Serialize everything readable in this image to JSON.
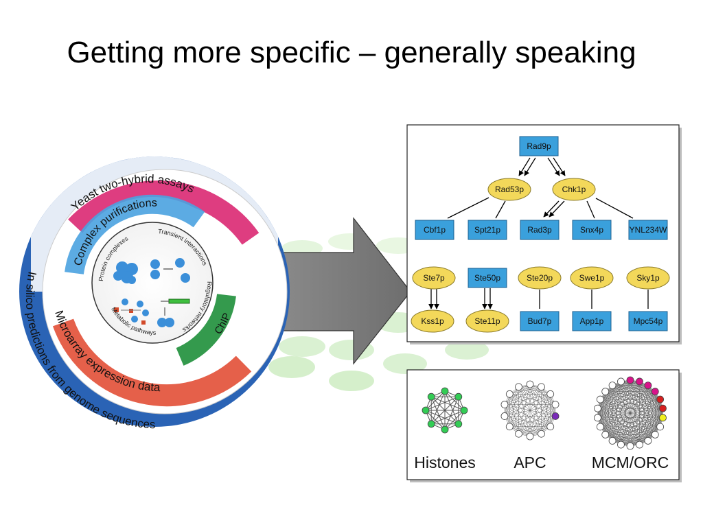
{
  "slide": {
    "title": "Getting more specific – generally speaking"
  },
  "wheel": {
    "outer_text": "In silico predictions from genome sequences",
    "ring2_top": "Yeast two-hybrid assays",
    "ring2_bottom": "Microarray expression data",
    "ring3_top": "Complex purifications",
    "ring3_right": "ChIP",
    "inner_top_left": "Protein complexes",
    "inner_top_right": "Transient interactions",
    "inner_right": "Regulatory networks",
    "inner_bottom": "Metabolic pathways",
    "colors": {
      "blue": "#2a63b5",
      "magenta": "#d81b6a",
      "light_blue": "#4aa2e0",
      "red": "#e0442a",
      "green": "#1e8f3a"
    }
  },
  "network": {
    "nodes": [
      {
        "label": "Rad9p",
        "shape": "rect"
      },
      {
        "label": "Rad53p",
        "shape": "ellipse"
      },
      {
        "label": "Chk1p",
        "shape": "ellipse"
      },
      {
        "label": "Cbf1p",
        "shape": "rect"
      },
      {
        "label": "Spt21p",
        "shape": "rect"
      },
      {
        "label": "Rad3p",
        "shape": "rect"
      },
      {
        "label": "Snx4p",
        "shape": "rect"
      },
      {
        "label": "YNL234W",
        "shape": "rect"
      },
      {
        "label": "Ste7p",
        "shape": "ellipse"
      },
      {
        "label": "Ste50p",
        "shape": "rect"
      },
      {
        "label": "Ste20p",
        "shape": "ellipse"
      },
      {
        "label": "Swe1p",
        "shape": "ellipse"
      },
      {
        "label": "Sky1p",
        "shape": "ellipse"
      },
      {
        "label": "Kss1p",
        "shape": "ellipse"
      },
      {
        "label": "Ste11p",
        "shape": "ellipse"
      },
      {
        "label": "Bud7p",
        "shape": "rect"
      },
      {
        "label": "App1p",
        "shape": "rect"
      },
      {
        "label": "Mpc54p",
        "shape": "rect"
      }
    ],
    "colors": {
      "rect": "#3aa0dc",
      "ellipse": "#f3d85a"
    }
  },
  "complexes": {
    "labels": [
      "Histones",
      "APC",
      "MCM/ORC"
    ],
    "colors": {
      "green": "#33cc55",
      "purple": "#7a2bb8",
      "magenta": "#d8148a",
      "red": "#d62020",
      "yellow": "#f0f020"
    }
  }
}
